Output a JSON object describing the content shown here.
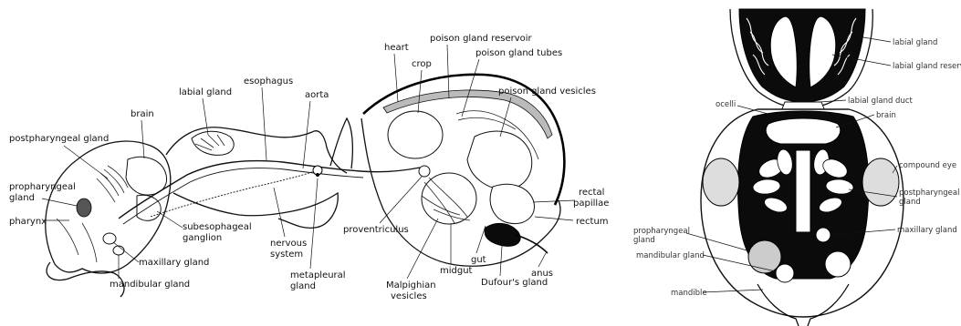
{
  "side_view": {
    "labels": {
      "postpharyngeal_gland": "postpharyngeal gland",
      "brain": "brain",
      "labial_gland": "labial gland",
      "esophagus": "esophagus",
      "aorta": "aorta",
      "heart": "heart",
      "crop": "crop",
      "poison_gland_reservoir": "poison gland reservoir",
      "poison_gland_tubes": "poison gland tubes",
      "poison_gland_vesicles": "poison gland vesicles",
      "propharyngeal_gland_line1": "propharyngeal",
      "propharyngeal_gland_line2": "gland",
      "pharynx": "pharynx",
      "subesophageal_ganglion_line1": "subesophageal",
      "subesophageal_ganglion_line2": "ganglion",
      "maxillary_gland": "maxillary gland",
      "mandibular_gland": "mandibular gland",
      "nervous_system_line1": "nervous",
      "nervous_system_line2": "system",
      "metapleural_gland_line1": "metapleural",
      "metapleural_gland_line2": "gland",
      "proventriculus": "proventriculus",
      "malpighian_vesicles_line1": "Malpighian",
      "malpighian_vesicles_line2": "vesicles",
      "midgut": "midgut",
      "gut": "gut",
      "anus": "anus",
      "dufours_gland": "Dufour's gland",
      "rectal_papillae_line1": "rectal",
      "rectal_papillae_line2": "papillae",
      "rectum": "rectum"
    }
  },
  "head_view": {
    "labels": {
      "labial_gland": "labial gland",
      "labial_gland_reservoir": "labial gland reservoir",
      "labial_gland_duct": "labial gland duct",
      "ocelli": "ocelli",
      "brain": "brain",
      "compound_eye": "compound eye",
      "postpharyngeal_gland_line1": "postpharyngeal",
      "postpharyngeal_gland_line2": "gland",
      "maxillary_gland": "maxillary gland",
      "propharyngeal_gland_line1": "propharyngeal",
      "propharyngeal_gland_line2": "gland",
      "mandibular_gland": "mandibular gland",
      "mandible": "mandible"
    }
  }
}
